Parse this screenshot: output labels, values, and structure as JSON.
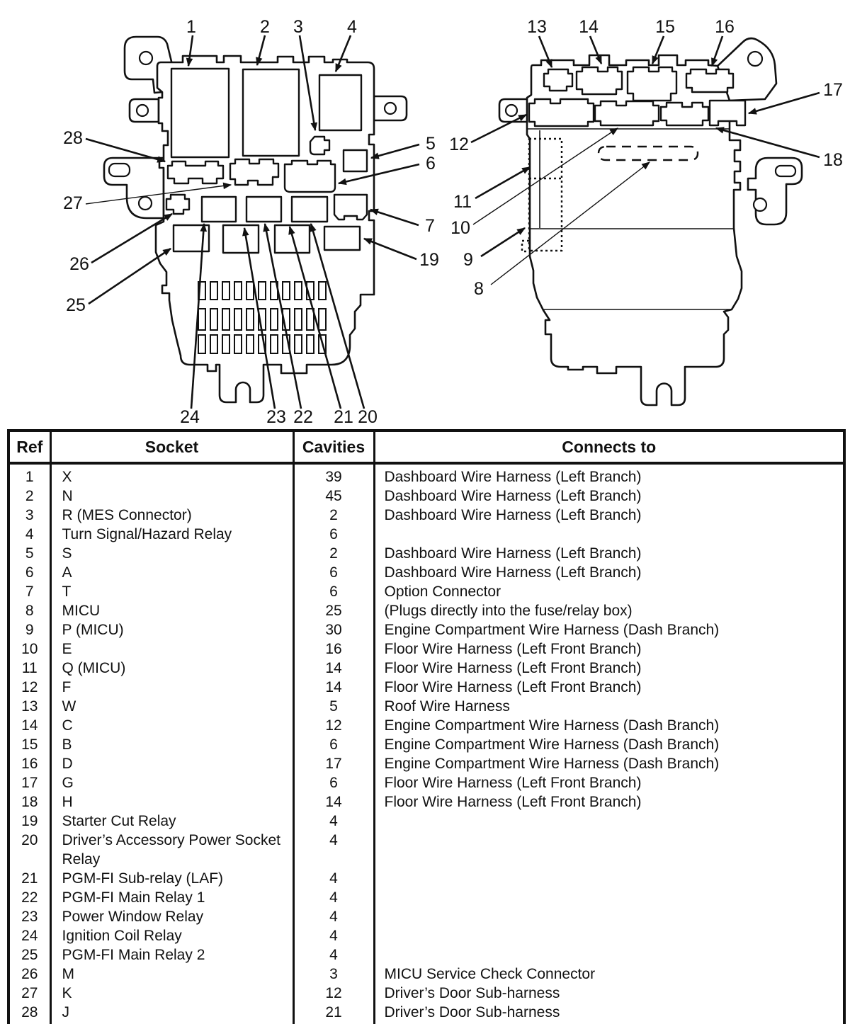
{
  "figure": {
    "description": "Fuse/relay box connector location views",
    "left_view": {
      "name": "fuse-relay-box-front-view",
      "callouts": [
        "1",
        "2",
        "3",
        "4",
        "5",
        "6",
        "7",
        "19",
        "20",
        "21",
        "22",
        "23",
        "24",
        "25",
        "26",
        "27",
        "28"
      ]
    },
    "right_view": {
      "name": "fuse-relay-box-rear-view",
      "callouts": [
        "8",
        "9",
        "10",
        "11",
        "12",
        "13",
        "14",
        "15",
        "16",
        "17",
        "18"
      ]
    }
  },
  "table": {
    "headers": [
      "Ref",
      "Socket",
      "Cavities",
      "Connects to"
    ],
    "rows": [
      {
        "ref": "1",
        "socket": "X",
        "cavities": "39",
        "connects": "Dashboard Wire Harness (Left Branch)"
      },
      {
        "ref": "2",
        "socket": "N",
        "cavities": "45",
        "connects": "Dashboard Wire Harness (Left Branch)"
      },
      {
        "ref": "3",
        "socket": "R (MES Connector)",
        "cavities": "2",
        "connects": "Dashboard Wire Harness (Left Branch)"
      },
      {
        "ref": "4",
        "socket": "Turn Signal/Hazard Relay",
        "cavities": "6",
        "connects": ""
      },
      {
        "ref": "5",
        "socket": "S",
        "cavities": "2",
        "connects": "Dashboard Wire Harness (Left Branch)"
      },
      {
        "ref": "6",
        "socket": "A",
        "cavities": "6",
        "connects": "Dashboard Wire Harness (Left Branch)"
      },
      {
        "ref": "7",
        "socket": "T",
        "cavities": "6",
        "connects": "Option Connector"
      },
      {
        "ref": "8",
        "socket": "MICU",
        "cavities": "25",
        "connects": "(Plugs directly into the fuse/relay box)"
      },
      {
        "ref": "9",
        "socket": "P (MICU)",
        "cavities": "30",
        "connects": "Engine Compartment Wire Harness (Dash Branch)"
      },
      {
        "ref": "10",
        "socket": "E",
        "cavities": "16",
        "connects": "Floor Wire Harness (Left Front Branch)"
      },
      {
        "ref": "11",
        "socket": "Q (MICU)",
        "cavities": "14",
        "connects": "Floor Wire Harness (Left Front Branch)"
      },
      {
        "ref": "12",
        "socket": "F",
        "cavities": "14",
        "connects": "Floor Wire Harness (Left Front Branch)"
      },
      {
        "ref": "13",
        "socket": "W",
        "cavities": "5",
        "connects": "Roof Wire Harness"
      },
      {
        "ref": "14",
        "socket": "C",
        "cavities": "12",
        "connects": "Engine Compartment Wire Harness (Dash Branch)"
      },
      {
        "ref": "15",
        "socket": "B",
        "cavities": "6",
        "connects": "Engine Compartment Wire Harness (Dash Branch)"
      },
      {
        "ref": "16",
        "socket": "D",
        "cavities": "17",
        "connects": "Engine Compartment Wire Harness (Dash Branch)"
      },
      {
        "ref": "17",
        "socket": "G",
        "cavities": "6",
        "connects": "Floor Wire Harness (Left Front Branch)"
      },
      {
        "ref": "18",
        "socket": "H",
        "cavities": "14",
        "connects": "Floor Wire Harness (Left Front Branch)"
      },
      {
        "ref": "19",
        "socket": "Starter Cut Relay",
        "cavities": "4",
        "connects": ""
      },
      {
        "ref": "20",
        "socket": "Driver’s Accessory Power Socket Relay",
        "cavities": "4",
        "connects": ""
      },
      {
        "ref": "21",
        "socket": "PGM-FI Sub-relay (LAF)",
        "cavities": "4",
        "connects": ""
      },
      {
        "ref": "22",
        "socket": "PGM-FI Main Relay 1",
        "cavities": "4",
        "connects": ""
      },
      {
        "ref": "23",
        "socket": "Power Window Relay",
        "cavities": "4",
        "connects": ""
      },
      {
        "ref": "24",
        "socket": "Ignition Coil Relay",
        "cavities": "4",
        "connects": ""
      },
      {
        "ref": "25",
        "socket": "PGM-FI Main Relay 2",
        "cavities": "4",
        "connects": ""
      },
      {
        "ref": "26",
        "socket": "M",
        "cavities": "3",
        "connects": "MICU Service Check Connector"
      },
      {
        "ref": "27",
        "socket": "K",
        "cavities": "12",
        "connects": "Driver’s Door Sub-harness"
      },
      {
        "ref": "28",
        "socket": "J",
        "cavities": "21",
        "connects": "Driver’s Door Sub-harness"
      }
    ]
  },
  "colors": {
    "ink": "#111111",
    "background": "#ffffff"
  }
}
